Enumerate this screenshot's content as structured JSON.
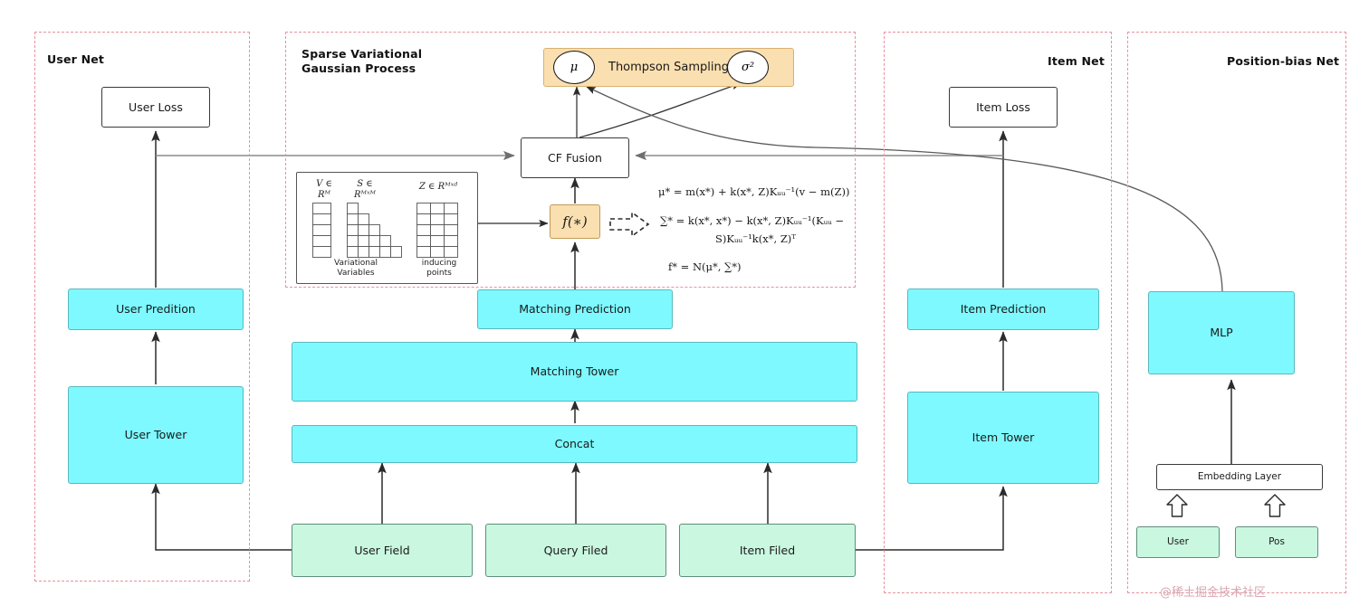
{
  "regions": [
    {
      "id": "user-net",
      "label": "User Net"
    },
    {
      "id": "svgp",
      "label": "Sparse Variational\nGaussian Process"
    },
    {
      "id": "item-net",
      "label": "Item Net"
    },
    {
      "id": "position-bias",
      "label": "Position-bias Net"
    }
  ],
  "user_net": {
    "loss": "User Loss",
    "prediction": "User Predition",
    "tower": "User Tower"
  },
  "item_net": {
    "loss": "Item Loss",
    "prediction": "Item Prediction",
    "tower": "Item Tower"
  },
  "center": {
    "cf_fusion": "CF Fusion",
    "f_star": "f(∗)",
    "matching_prediction": "Matching Prediction",
    "matching_tower": "Matching Tower",
    "concat": "Concat"
  },
  "thompson": {
    "title": "Thompson Sampling",
    "mu_symbol": "μ",
    "sigma_symbol": "σ²"
  },
  "position_bias": {
    "mlp": "MLP",
    "embedding_layer": "Embedding Layer",
    "user": "User",
    "pos": "Pos"
  },
  "fields": {
    "user_field": "User Field",
    "query_field": "Query Filed",
    "item_field": "Item Filed"
  },
  "svgp_panel": {
    "v_label": "V ∈\nRᴹ",
    "s_label": "S ∈\nRᴹˣᴹ",
    "z_label": "Z ∈ Rᴹˣᵈ",
    "variational_caption": "Variational\nVariables",
    "inducing_caption": "inducing\npoints"
  },
  "formulas": {
    "mu": "μ* = m(x*) + k(x*, Z)Kᵤᵤ⁻¹(v − m(Z))",
    "sigma_line1": "∑* = k(x*, x*) − k(x*, Z)Kᵤᵤ⁻¹(Kᵤᵤ −",
    "sigma_line2": "S)Kᵤᵤ⁻¹k(x*, Z)ᵀ",
    "f": "f* = N(μ*, ∑*)"
  },
  "watermark": "@稀土掘金技术社区",
  "colors": {
    "region_border": "#e8919f",
    "cyan": "#7df9ff",
    "green": "#caf7e0",
    "orange": "#fadfb0",
    "wire_dark": "#2b2b2b",
    "wire_gray": "#8a8a8a"
  }
}
